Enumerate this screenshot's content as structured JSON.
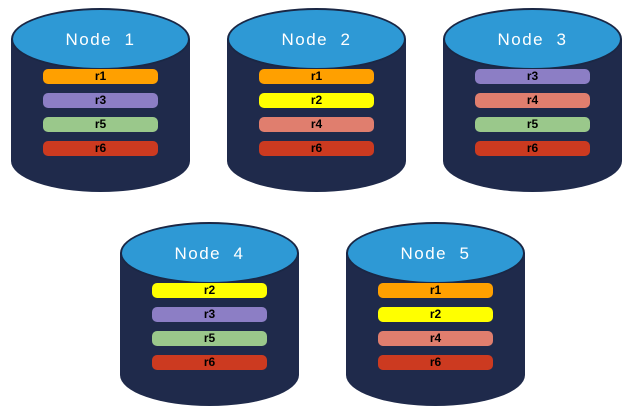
{
  "colors": {
    "cylinder_body": "#1F2A4B",
    "cylinder_top": "#2E99D5",
    "outline": "#1A2745",
    "title_text": "#FFFFFF",
    "bar_text": "#000000"
  },
  "palette": {
    "r1": "#FFA000",
    "r2": "#FFFF00",
    "r3": "#8C7EC5",
    "r4": "#E07E6E",
    "r5": "#9AC88B",
    "r6": "#CC3A20"
  },
  "nodes": [
    {
      "label": "Node  1",
      "replicas": [
        "r1",
        "r3",
        "r5",
        "r6"
      ]
    },
    {
      "label": "Node  2",
      "replicas": [
        "r1",
        "r2",
        "r4",
        "r6"
      ]
    },
    {
      "label": "Node  3",
      "replicas": [
        "r3",
        "r4",
        "r5",
        "r6"
      ]
    },
    {
      "label": "Node  4",
      "replicas": [
        "r2",
        "r3",
        "r5",
        "r6"
      ]
    },
    {
      "label": "Node  5",
      "replicas": [
        "r1",
        "r2",
        "r4",
        "r6"
      ]
    }
  ]
}
